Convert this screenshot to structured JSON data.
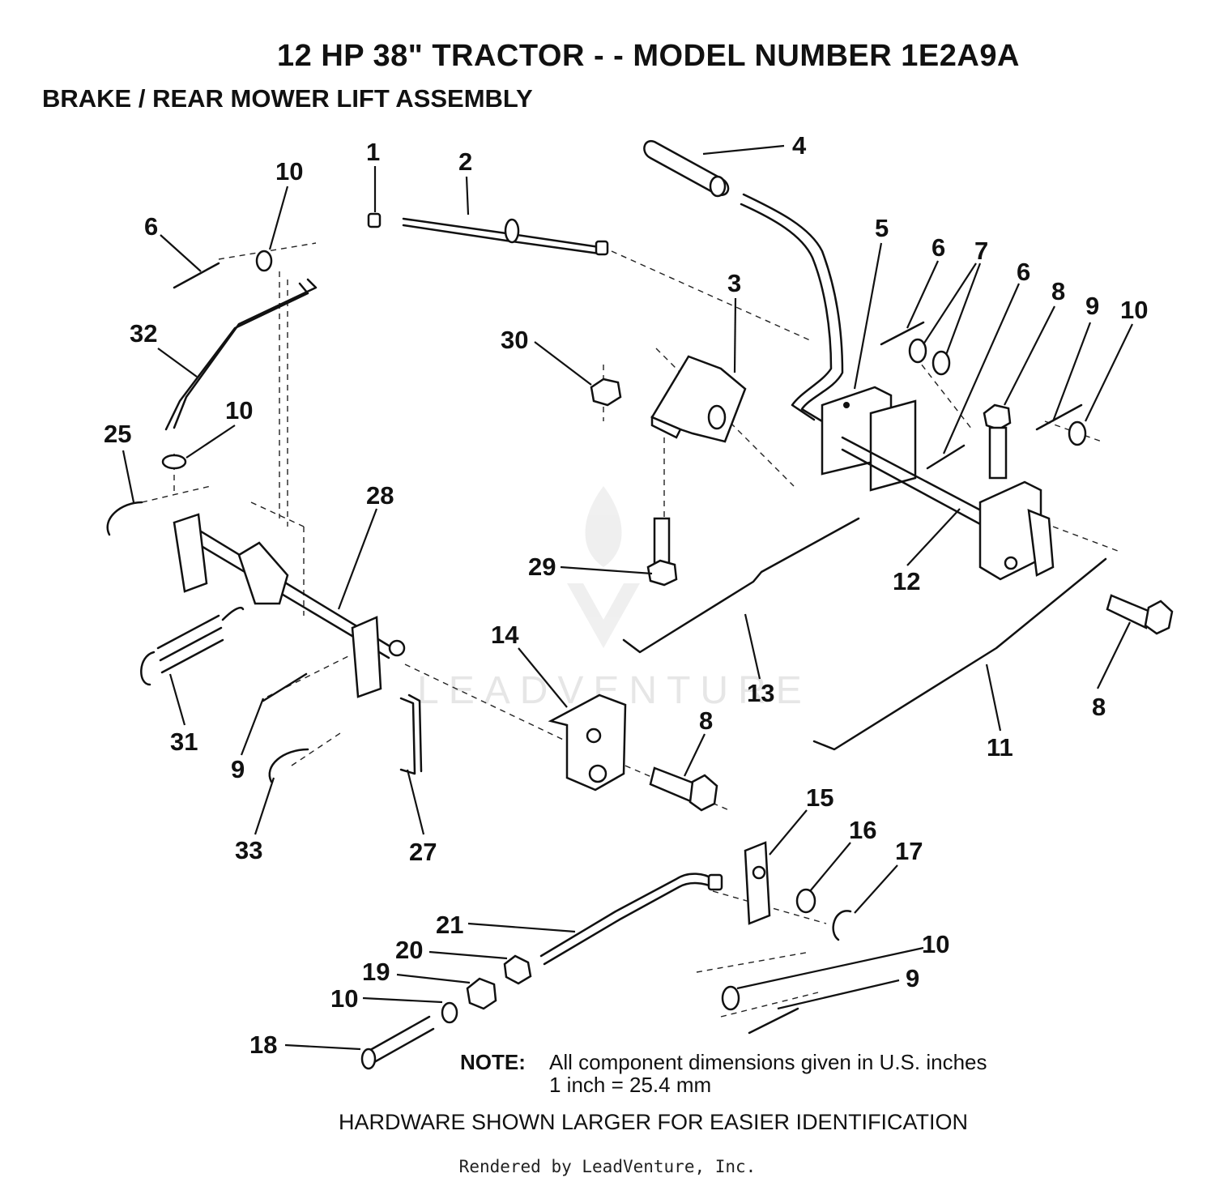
{
  "header": {
    "title": "12 HP 38\" TRACTOR - - MODEL NUMBER 1E2A9A",
    "subtitle": "BRAKE / REAR MOWER LIFT ASSEMBLY"
  },
  "callouts": {
    "c1": "1",
    "c2": "2",
    "c3": "3",
    "c4": "4",
    "c5": "5",
    "c6a": "6",
    "c6b": "6",
    "c6c": "6",
    "c7": "7",
    "c8a": "8",
    "c8b": "8",
    "c8c": "8",
    "c9a": "9",
    "c9b": "9",
    "c9c": "9",
    "c10a": "10",
    "c10b": "10",
    "c10c": "10",
    "c10d": "10",
    "c10e": "10",
    "c11": "11",
    "c12": "12",
    "c13": "13",
    "c14": "14",
    "c15": "15",
    "c16": "16",
    "c17": "17",
    "c18": "18",
    "c19": "19",
    "c20": "20",
    "c21": "21",
    "c25": "25",
    "c27": "27",
    "c28": "28",
    "c29": "29",
    "c30": "30",
    "c31": "31",
    "c32": "32",
    "c33": "33"
  },
  "watermark": "LEADVENTURE",
  "note": {
    "label": "NOTE:",
    "line1": "All component dimensions given in U.S. inches",
    "line2": "1 inch = 25.4 mm"
  },
  "hardware_note": "HARDWARE SHOWN LARGER FOR EASIER IDENTIFICATION",
  "footer": "Rendered by LeadVenture, Inc."
}
